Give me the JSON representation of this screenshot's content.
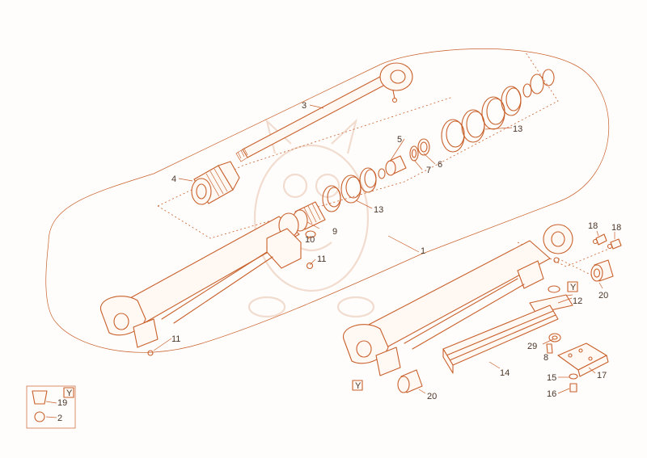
{
  "diagram": {
    "accent_color": "#c8602b",
    "text_color": "#4a3528",
    "callouts": {
      "c1": "1",
      "c2": "2",
      "c3": "3",
      "c4": "4",
      "c5": "5",
      "c6": "6",
      "c7": "7",
      "c8": "8",
      "c9": "9",
      "c10": "10",
      "c11a": "11",
      "c11b": "11",
      "c12": "12",
      "c13a": "13",
      "c13b": "13",
      "c14": "14",
      "c15": "15",
      "c16": "16",
      "c17": "17",
      "c18a": "18",
      "c18b": "18",
      "c19": "19",
      "c20a": "20",
      "c20b": "20",
      "c29": "29"
    },
    "view_markers": {
      "y1": "Y",
      "y2": "Y",
      "y3": "Y"
    }
  }
}
